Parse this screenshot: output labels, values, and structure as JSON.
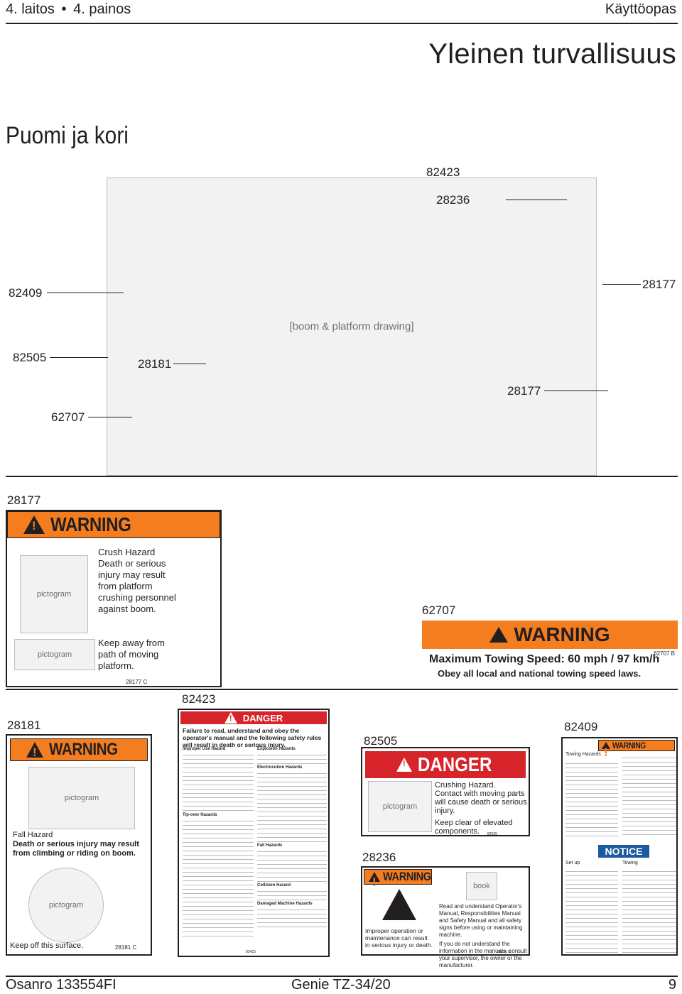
{
  "header": {
    "edition": "4. laitos",
    "bullet": "•",
    "printing": "4. painos",
    "manual": "Käyttöopas"
  },
  "page_title": "Yleinen turvallisuus",
  "section_title": "Puomi ja kori",
  "drawing": {
    "callouts": [
      "82423",
      "28236",
      "82409",
      "28177",
      "82505",
      "28181",
      "28177",
      "62707"
    ]
  },
  "decals": {
    "d28177": {
      "number": "28177",
      "signal_word": "WARNING",
      "hazard": "Crush Hazard",
      "consequence": "Death or serious injury may result from platform crushing personnel against boom.",
      "instruction": "Keep away from path of moving platform.",
      "code": "28177 C"
    },
    "d62707": {
      "number": "62707",
      "signal_word": "WARNING",
      "line1": "Maximum Towing Speed: 60 mph / 97 km/h",
      "line2": "Obey all local and national towing speed laws.",
      "code": "62707 B"
    },
    "d28181": {
      "number": "28181",
      "signal_word": "WARNING",
      "hazard": "Fall Hazard",
      "consequence": "Death or serious injury may result from climbing or riding on boom.",
      "instruction": "Keep off this surface.",
      "code": "28181 C"
    },
    "d82423": {
      "number": "82423",
      "signal_word": "DANGER",
      "intro": "Failure to read, understand and obey the operator's manual and the following safety rules will result in death or serious injury.",
      "left_h1": "Improper Use Hazard",
      "left_h2": "Tip-over Hazards",
      "right_h1": "Explosion Hazards",
      "right_h2": "Electrocution Hazards",
      "right_h3": "Fall Hazards",
      "right_h4": "Collision Hazard",
      "right_h5": "Damaged Machine Hazards",
      "code": "82423"
    },
    "d82505": {
      "number": "82505",
      "signal_word": "DANGER",
      "hazard": "Crushing Hazard.",
      "consequence": "Contact with moving parts will cause death or serious injury.",
      "instruction": "Keep clear of elevated components.",
      "code": "82505"
    },
    "d28236": {
      "number": "28236",
      "signal_word": "WARNING",
      "text_left": "Improper operation or maintenance can result in serious injury or death.",
      "text_right1": "Read and understand Operator's Manual, Responsibilities Manual and Safety Manual and all safety signs before using or maintaining machine.",
      "text_right2": "If you do not understand the information in the manuals, consult your supervisor, the owner or the manufacturer.",
      "code": "28236 D"
    },
    "d82409": {
      "number": "82409",
      "signal_word": "WARNING",
      "towing": "Towing Hazards",
      "notice": "NOTICE",
      "setup": "Set up",
      "towing2": "Towing"
    }
  },
  "footer": {
    "part": "Osanro 133554FI",
    "model": "Genie TZ-34/20",
    "page": "9"
  }
}
